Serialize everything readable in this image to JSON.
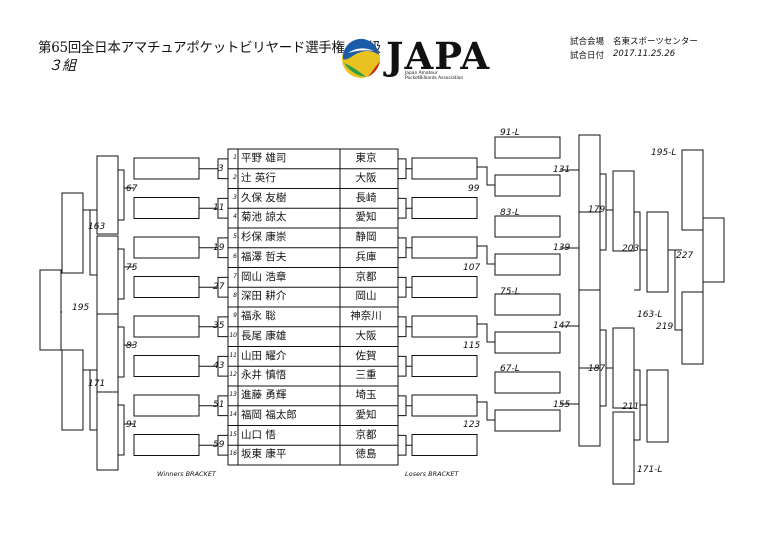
{
  "header": {
    "title": "第65回全日本アマチュアポケットビリヤード選手権　B級",
    "group": "３組",
    "venue_label": "試合会場",
    "venue": "名東スポーツセンター",
    "date_label": "試合日付",
    "date": "2017.11.25.26"
  },
  "logo": {
    "text": "JAPA",
    "sub1": "Japan Amateur",
    "sub2": "PocketBilliards Association"
  },
  "labels": {
    "winners": "Winners BRACKET",
    "losers": "Losers BRACKET"
  },
  "players": [
    {
      "rank": "1",
      "name": "平野 雄司",
      "pref": "東京"
    },
    {
      "rank": "2",
      "name": "辻 英行",
      "pref": "大阪"
    },
    {
      "rank": "3",
      "name": "久保 友樹",
      "pref": "長崎"
    },
    {
      "rank": "4",
      "name": "菊池 諒太",
      "pref": "愛知"
    },
    {
      "rank": "5",
      "name": "杉保 康崇",
      "pref": "静岡"
    },
    {
      "rank": "6",
      "name": "福澤 哲夫",
      "pref": "兵庫"
    },
    {
      "rank": "7",
      "name": "岡山 浩章",
      "pref": "京都"
    },
    {
      "rank": "8",
      "name": "深田 耕介",
      "pref": "岡山"
    },
    {
      "rank": "9",
      "name": "福永 聡",
      "pref": "神奈川"
    },
    {
      "rank": "10",
      "name": "長尾 康雄",
      "pref": "大阪"
    },
    {
      "rank": "11",
      "name": "山田 耀介",
      "pref": "佐賀"
    },
    {
      "rank": "12",
      "name": "永井 慎悟",
      "pref": "三重"
    },
    {
      "rank": "13",
      "name": "進藤 勇輝",
      "pref": "埼玉"
    },
    {
      "rank": "14",
      "name": "福岡 福太郎",
      "pref": "愛知"
    },
    {
      "rank": "15",
      "name": "山口 悟",
      "pref": "京都"
    },
    {
      "rank": "16",
      "name": "坂東 康平",
      "pref": "徳島"
    }
  ],
  "match_labels": {
    "w3": "3",
    "w11": "11",
    "w19": "19",
    "w27": "27",
    "w35": "35",
    "w43": "43",
    "w51": "51",
    "w59": "59",
    "w67": "67",
    "w75": "75",
    "w83": "83",
    "w91": "91",
    "w163": "163",
    "w171": "171",
    "w195": "195",
    "l91": "91-L",
    "l83": "83-L",
    "l75": "75-L",
    "l67": "67-L",
    "l99": "99",
    "l107": "107",
    "l115": "115",
    "l123": "123",
    "l131": "131",
    "l139": "139",
    "l147": "147",
    "l155": "155",
    "l179": "179",
    "l187": "187",
    "l195": "195-L",
    "l163": "163-L",
    "l203": "203",
    "l211": "211",
    "l219": "219",
    "l171": "171-L",
    "l227": "227"
  }
}
